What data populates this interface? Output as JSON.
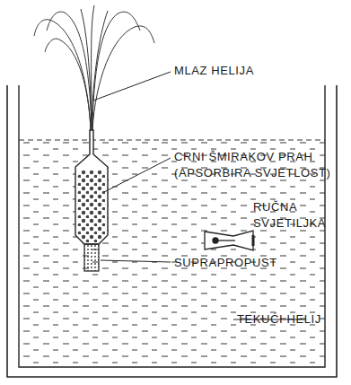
{
  "diagram": {
    "labels": [
      "MLAZ HELIJA",
      "CRNI ŠMIRAKOV PRAH (APSORBIRA SVJETLOST)",
      "RUČNA SVJETILJKA",
      "SUPRAPROPUST",
      "TEKUĆI HELIJ"
    ]
  }
}
